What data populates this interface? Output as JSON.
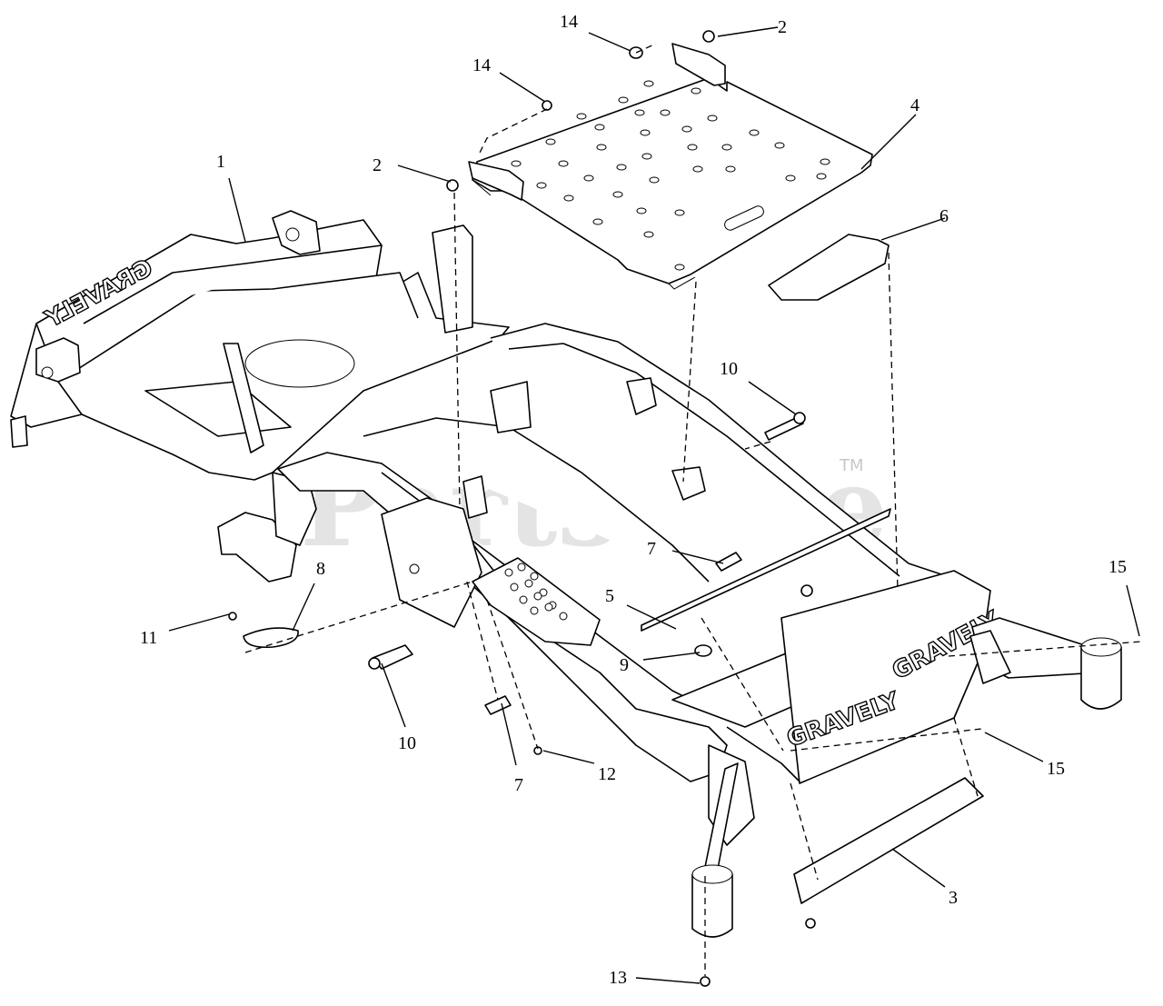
{
  "watermark": {
    "text": "PartsTree",
    "trademark": "TM"
  },
  "brand_labels": {
    "front": "GRAVELY",
    "rear": "GRAVELY",
    "rear_mirrored": "GRAVELY"
  },
  "callouts": [
    {
      "id": "c1",
      "label": "1"
    },
    {
      "id": "c2a",
      "label": "2"
    },
    {
      "id": "c2b",
      "label": "2"
    },
    {
      "id": "c3",
      "label": "3"
    },
    {
      "id": "c4",
      "label": "4"
    },
    {
      "id": "c5",
      "label": "5"
    },
    {
      "id": "c6",
      "label": "6"
    },
    {
      "id": "c7a",
      "label": "7"
    },
    {
      "id": "c7b",
      "label": "7"
    },
    {
      "id": "c8",
      "label": "8"
    },
    {
      "id": "c9",
      "label": "9"
    },
    {
      "id": "c10a",
      "label": "10"
    },
    {
      "id": "c10b",
      "label": "10"
    },
    {
      "id": "c11",
      "label": "11"
    },
    {
      "id": "c12",
      "label": "12"
    },
    {
      "id": "c13",
      "label": "13"
    },
    {
      "id": "c14a",
      "label": "14"
    },
    {
      "id": "c14b",
      "label": "14"
    },
    {
      "id": "c15a",
      "label": "15"
    },
    {
      "id": "c15b",
      "label": "15"
    }
  ]
}
